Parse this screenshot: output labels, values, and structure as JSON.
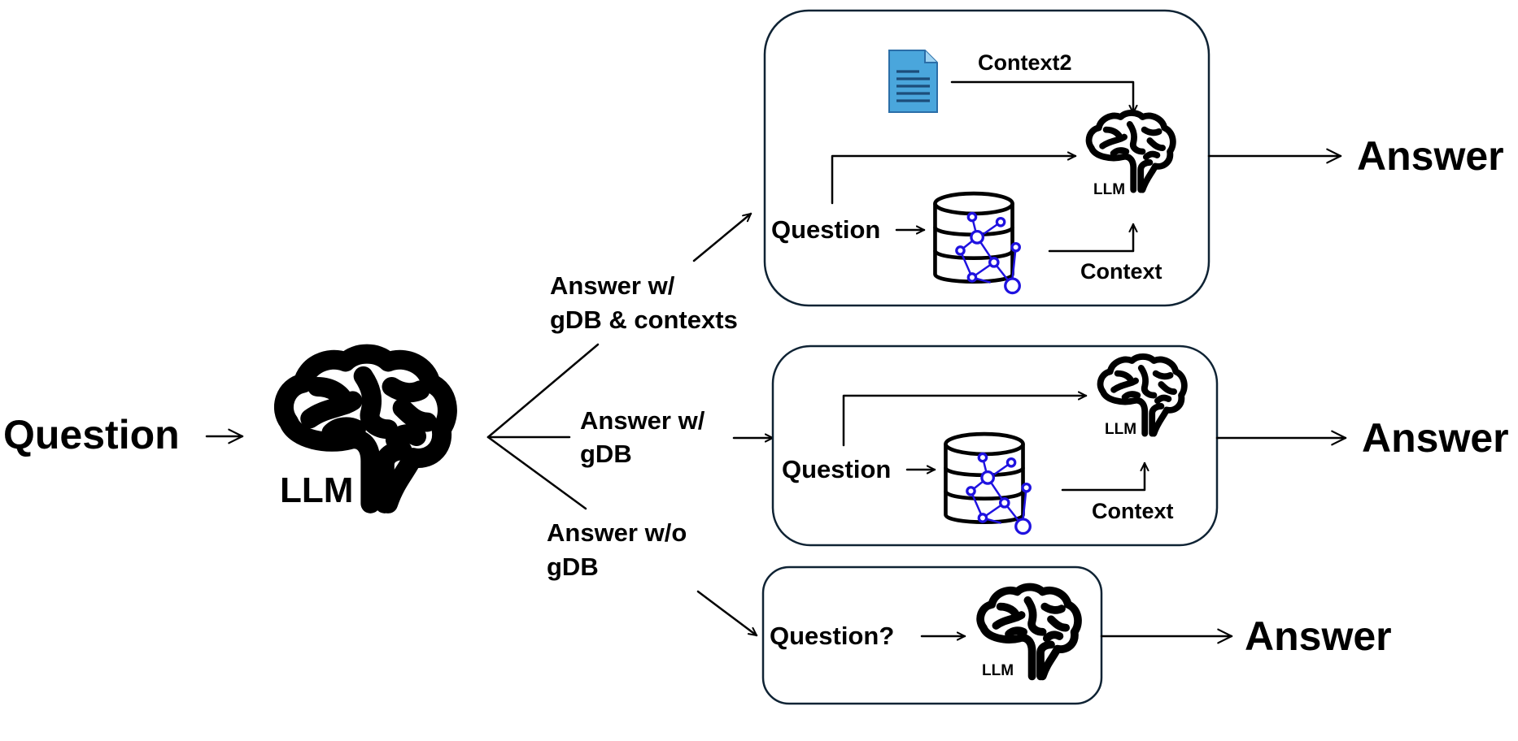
{
  "input_label": "Question",
  "main_llm_label": "LLM",
  "branches": {
    "with_contexts": {
      "label_line1": "Answer w/",
      "label_line2": "gDB & contexts",
      "color": "#7030a0",
      "panel": {
        "question_label": "Question",
        "context2_label": "Context2",
        "context_label": "Context",
        "llm_label": "LLM"
      },
      "output_label": "Answer"
    },
    "with_gdb": {
      "label_line1": "Answer w/",
      "label_line2": "gDB",
      "color": "#000000",
      "panel": {
        "question_label": "Question",
        "context_label": "Context",
        "llm_label": "LLM"
      },
      "output_label": "Answer"
    },
    "without_gdb": {
      "label_line1": "Answer w/o",
      "label_line2": "gDB",
      "color": "#0070c0",
      "panel": {
        "question_label": "Question?",
        "llm_label": "LLM"
      },
      "output_label": "Answer"
    }
  },
  "icons": {
    "brain": "brain-icon",
    "database": "graph-database-icon",
    "document": "document-icon"
  },
  "colors": {
    "graph_nodes": "#1f12e0",
    "document_fill": "#4aa6dc",
    "panel_border": "#0f2334"
  }
}
